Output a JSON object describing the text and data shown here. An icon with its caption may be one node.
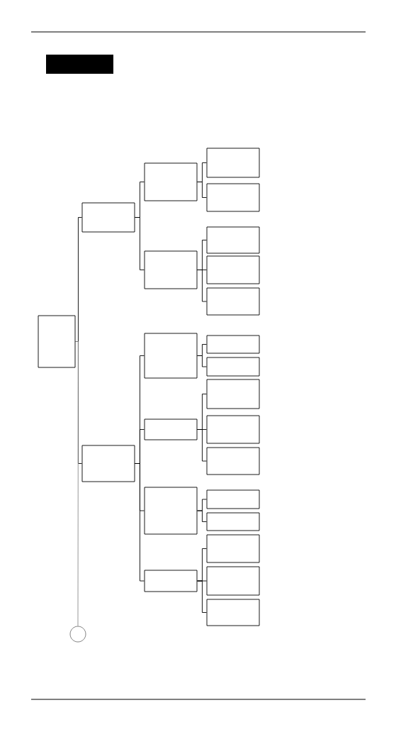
{
  "diagram": {
    "nodes": [
      {
        "text": [],
        "shape": "box"
      },
      {
        "text": [],
        "shape": "box"
      },
      {
        "text": [],
        "shape": "box"
      },
      {
        "text": [],
        "shape": "circle"
      },
      {
        "text": [],
        "shape": "box"
      },
      {
        "text": [],
        "shape": "box"
      },
      {
        "text": [],
        "shape": "box"
      },
      {
        "text": [],
        "shape": "box"
      },
      {
        "text": [],
        "shape": "box"
      },
      {
        "text": [],
        "shape": "box"
      },
      {
        "text": [],
        "shape": "box"
      },
      {
        "text": [],
        "shape": "box"
      },
      {
        "text": [],
        "shape": "box"
      },
      {
        "text": [],
        "shape": "box"
      },
      {
        "text": [],
        "shape": "box"
      },
      {
        "text": [],
        "shape": "box"
      },
      {
        "text": [],
        "shape": "box"
      },
      {
        "text": [],
        "shape": "box"
      },
      {
        "text": [],
        "shape": "box"
      },
      {
        "text": [],
        "shape": "box"
      },
      {
        "text": [],
        "shape": "box"
      },
      {
        "text": [],
        "shape": "box"
      },
      {
        "text": [],
        "shape": "box"
      },
      {
        "text": [],
        "shape": "box"
      },
      {
        "text": [],
        "shape": "box"
      },
      {
        "text": [],
        "shape": "bar"
      }
    ],
    "edges": [
      {
        "from": 0,
        "to": 1,
        "arrow": "none"
      },
      {
        "from": 0,
        "to": 2,
        "arrow": "none"
      },
      {
        "from": 0,
        "to": 3,
        "arrow": "none",
        "color": "#8c8c8c"
      },
      {
        "from": 1,
        "to": 4,
        "arrow": "none"
      },
      {
        "from": 1,
        "to": 5,
        "arrow": "none"
      },
      {
        "from": 2,
        "to": 6,
        "arrow": "none"
      },
      {
        "from": 2,
        "to": 7,
        "arrow": "none"
      },
      {
        "from": 2,
        "to": 8,
        "arrow": "none"
      },
      {
        "from": 2,
        "to": 9,
        "arrow": "none"
      },
      {
        "from": 4,
        "to": 10,
        "arrow": "none"
      },
      {
        "from": 4,
        "to": 11,
        "arrow": "none"
      },
      {
        "from": 5,
        "to": 12,
        "arrow": "none"
      },
      {
        "from": 5,
        "to": 13,
        "arrow": "none"
      },
      {
        "from": 5,
        "to": 14,
        "arrow": "none"
      },
      {
        "from": 6,
        "to": 15,
        "arrow": "none"
      },
      {
        "from": 6,
        "to": 16,
        "arrow": "none"
      },
      {
        "from": 7,
        "to": 17,
        "arrow": "none"
      },
      {
        "from": 7,
        "to": 18,
        "arrow": "none"
      },
      {
        "from": 7,
        "to": 19,
        "arrow": "none"
      },
      {
        "from": 8,
        "to": 20,
        "arrow": "none"
      },
      {
        "from": 8,
        "to": 21,
        "arrow": "none"
      },
      {
        "from": 9,
        "to": 22,
        "arrow": "none"
      },
      {
        "from": 9,
        "to": 23,
        "arrow": "none"
      },
      {
        "from": 9,
        "to": 24,
        "arrow": "none"
      }
    ]
  }
}
